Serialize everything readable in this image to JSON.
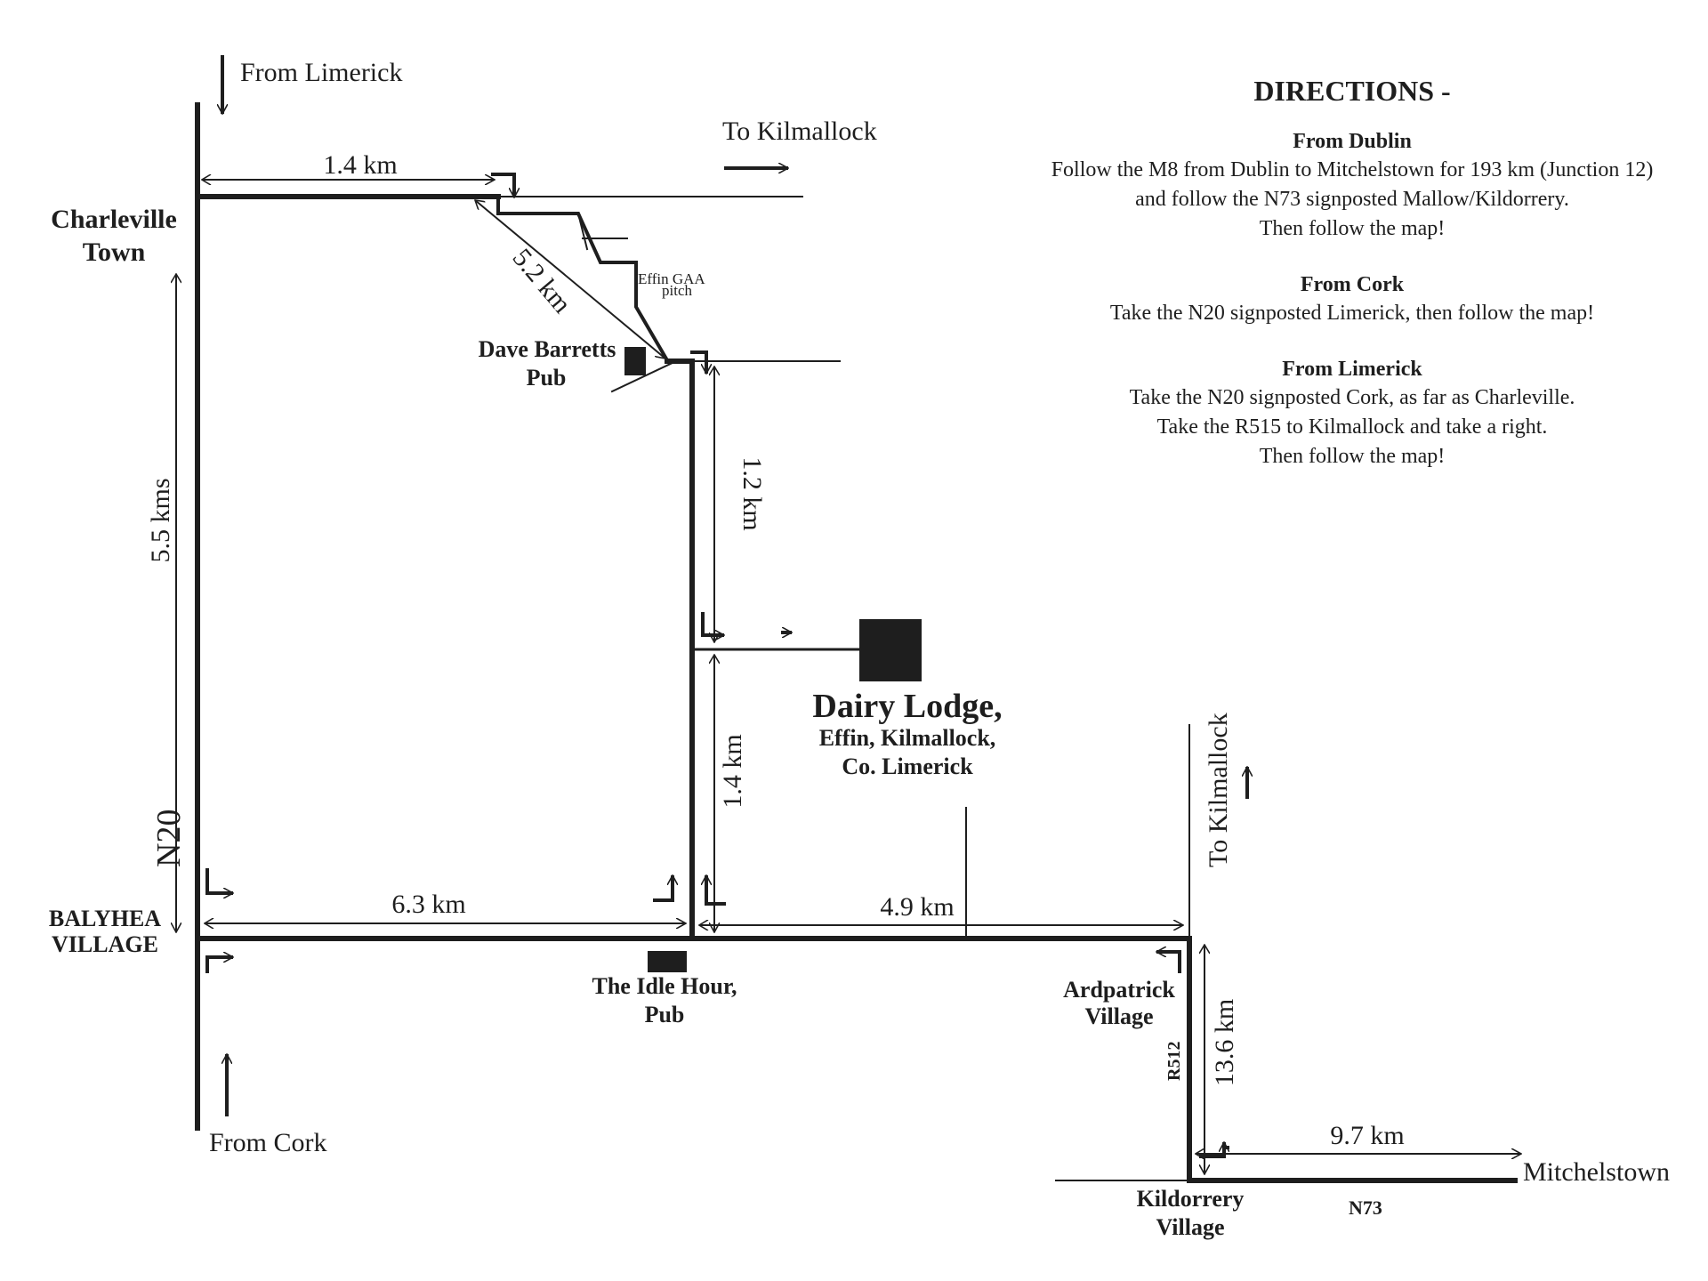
{
  "map": {
    "roads": {
      "n20": "N20",
      "r512": "R512",
      "n73": "N73"
    },
    "labels": {
      "from_limerick": "From Limerick",
      "to_kilmallock_top": "To Kilmallock",
      "charleville_line1": "Charleville",
      "charleville_line2": "Town",
      "effin_gaa_line1": "Effin GAA",
      "effin_gaa_line2": "pitch",
      "dave_barretts_line1": "Dave Barretts",
      "dave_barretts_line2": "Pub",
      "balyhea_line1": "BALYHEA",
      "balyhea_line2": "VILLAGE",
      "from_cork": "From Cork",
      "idle_hour_line1": "The Idle Hour,",
      "idle_hour_line2": "Pub",
      "dairy_lodge_title": "Dairy Lodge,",
      "dairy_lodge_line2": "Effin, Kilmallock,",
      "dairy_lodge_line3": "Co. Limerick",
      "to_kilmallock_right": "To Kilmallock",
      "ardpatrick_line1": "Ardpatrick",
      "ardpatrick_line2": "Village",
      "kildorrery_line1": "Kildorrery",
      "kildorrery_line2": "Village",
      "mitchelstown": "Mitchelstown"
    },
    "distances": {
      "top": "1.4 km",
      "diagonal": "5.2 km",
      "left_vertical": "5.5 kms",
      "upper_vertical": "1.2 km",
      "lower_vertical": "1.4 km",
      "bottom_left": "6.3 km",
      "bottom_right": "4.9 km",
      "r512": "13.6 km",
      "n73": "9.7 km"
    }
  },
  "directions": {
    "title": "DIRECTIONS -",
    "sections": [
      {
        "heading": "From Dublin",
        "lines": [
          "Follow the M8 from Dublin to Mitchelstown for 193 km (Junction 12)",
          "and follow the N73 signposted Mallow/Kildorrery.",
          "Then follow the map!"
        ]
      },
      {
        "heading": "From Cork",
        "lines": [
          "Take the N20 signposted Limerick, then follow the map!"
        ]
      },
      {
        "heading": "From Limerick",
        "lines": [
          "Take the N20 signposted Cork, as far as Charleville.",
          "Take the R515 to Kilmallock and take a right.",
          "Then follow the map!"
        ]
      }
    ]
  }
}
